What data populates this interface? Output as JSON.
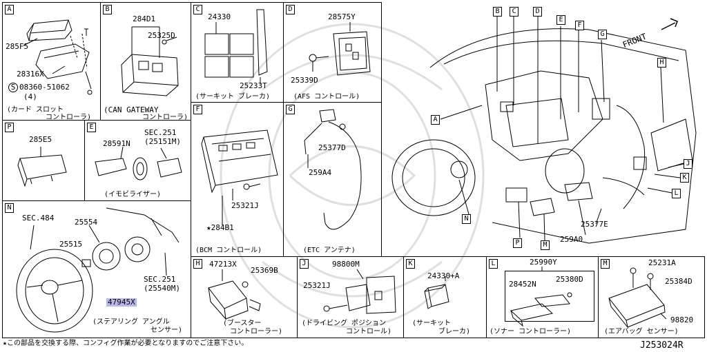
{
  "panels": {
    "A": {
      "tag": "A",
      "parts": [
        "285F5",
        "28316X",
        "08360-51062",
        "(4)"
      ],
      "caption": [
        "(カード スロット",
        "コントローラ)"
      ],
      "s_mark": "S"
    },
    "B": {
      "tag": "B",
      "parts": [
        "284D1",
        "25325D"
      ],
      "caption": [
        "(CAN GATEWAY",
        "コントローラ)"
      ]
    },
    "C": {
      "tag": "C",
      "parts": [
        "24330",
        "25233T"
      ],
      "caption": [
        "(サーキット ブレーカ)"
      ]
    },
    "D": {
      "tag": "D",
      "parts": [
        "28575Y",
        "25339D"
      ],
      "caption": [
        "(AFS コントロール)"
      ]
    },
    "P": {
      "tag": "P",
      "parts": [
        "285E5"
      ]
    },
    "E": {
      "tag": "E",
      "parts": [
        "28591N",
        "SEC.251",
        "(25151M)"
      ],
      "caption": [
        "(イモビライザー)"
      ]
    },
    "F": {
      "tag": "F",
      "parts": [
        "25321J",
        "★284B1"
      ],
      "caption": [
        "(BCM コントロール)"
      ]
    },
    "G": {
      "tag": "G",
      "parts": [
        "25377D",
        "259A4"
      ],
      "caption": [
        "(ETC アンテナ)"
      ]
    },
    "N": {
      "tag": "N",
      "parts": [
        "SEC.484",
        "25554",
        "25515",
        "SEC.251",
        "(25540M)",
        "47945X"
      ],
      "caption": [
        "(ステアリング アングル",
        "センサー)"
      ]
    },
    "H": {
      "tag": "H",
      "parts": [
        "47213X",
        "25369B"
      ],
      "caption": [
        "(ブースター",
        "コントローラー)"
      ]
    },
    "J": {
      "tag": "J",
      "parts": [
        "98800M",
        "25321J"
      ],
      "caption": [
        "(ドライビング ポジション",
        "コントロール)"
      ]
    },
    "K": {
      "tag": "K",
      "parts": [
        "24330+A"
      ],
      "caption": [
        "(サーキット",
        "ブレーカ)"
      ]
    },
    "L": {
      "tag": "L",
      "parts": [
        "25990Y",
        "28452N",
        "25380D"
      ],
      "caption": [
        "(ソナー コントローラー)"
      ]
    },
    "M": {
      "tag": "M",
      "parts": [
        "25231A",
        "25384D",
        "98820"
      ],
      "caption": [
        "(エアバッグ センサー)"
      ]
    }
  },
  "overview": {
    "front_label": "FRONT",
    "callouts": [
      "A",
      "B",
      "C",
      "D",
      "E",
      "F",
      "G",
      "H",
      "J",
      "K",
      "L",
      "N",
      "P",
      "M"
    ],
    "parts": [
      "25377E",
      "259A0"
    ]
  },
  "footer": {
    "note": "★この部品を交換する際、コンフィグ作業が必要となりますのでご注意下さい。",
    "drawing_no": "J253024R"
  }
}
